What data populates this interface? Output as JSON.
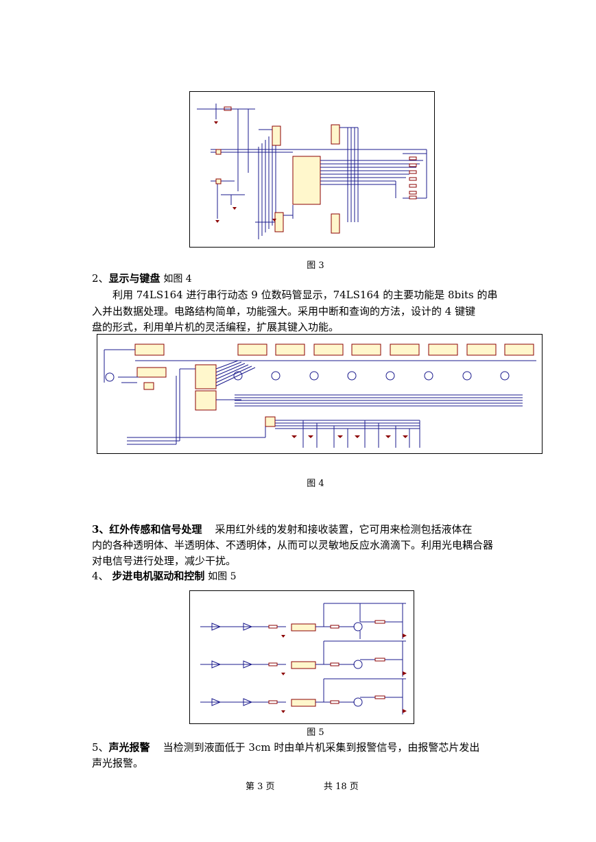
{
  "figures": {
    "fig3_caption": "图 3",
    "fig4_caption": "图 4",
    "fig5_caption": "图 5"
  },
  "sections": {
    "s2": {
      "number": "2、",
      "title": "显示与键盘",
      "ref": "如图 4",
      "line1": "利用 74LS164 进行串行动态 9 位数码管显示，74LS164 的主要功能是 8bits 的串",
      "line2": "入并出数据处理。电路结构简单，功能强大。采用中断和查询的方法，设计的 4 键键",
      "line3": "盘的形式，利用单片机的灵活编程，扩展其键入功能。"
    },
    "s3": {
      "title": "3、红外传感和信号处理",
      "line1": "采用红外线的发射和接收装置，它可用来检测包括液体在",
      "line2": "内的各种透明体、半透明体、不透明体，从而可以灵敏地反应水滴滴下。利用光电耦合器",
      "line3": "对电信号进行处理，减少干扰。"
    },
    "s4": {
      "number": "4、",
      "title": "步进电机驱动和控制",
      "ref": "如图 5"
    },
    "s5": {
      "number": "5、",
      "title": "声光报警",
      "line1": "当检测到液面低于 3cm 时由单片机采集到报警信号，由报警芯片发出",
      "line2": "声光报警。"
    }
  },
  "footer": {
    "page": "第 3 页",
    "total": "共 18 页"
  }
}
